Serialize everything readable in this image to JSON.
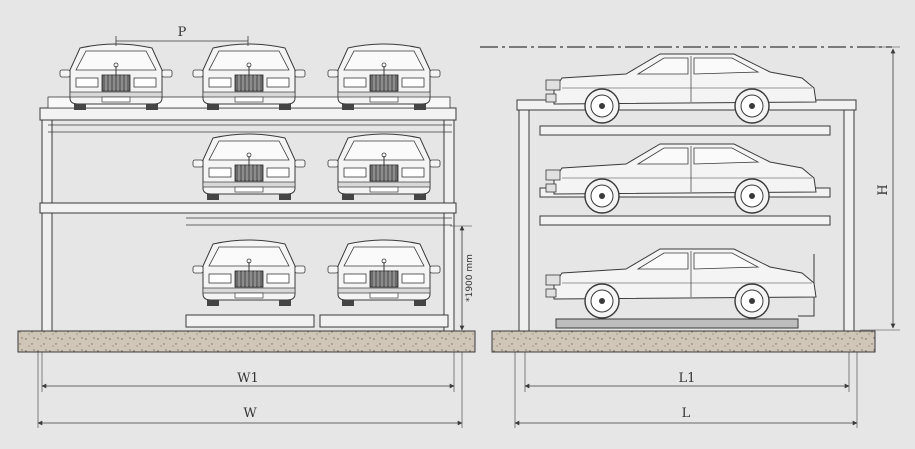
{
  "labels": {
    "pitch": "P",
    "clearance": "*1900 mm",
    "inner_width": "W1",
    "total_width": "W",
    "inner_length": "L1",
    "total_length": "L",
    "height": "H"
  },
  "colors": {
    "background": "#e6e6e6",
    "line": "#3a3a3a",
    "platform": "#f2f2f2",
    "ground": "#cfc6b8"
  }
}
